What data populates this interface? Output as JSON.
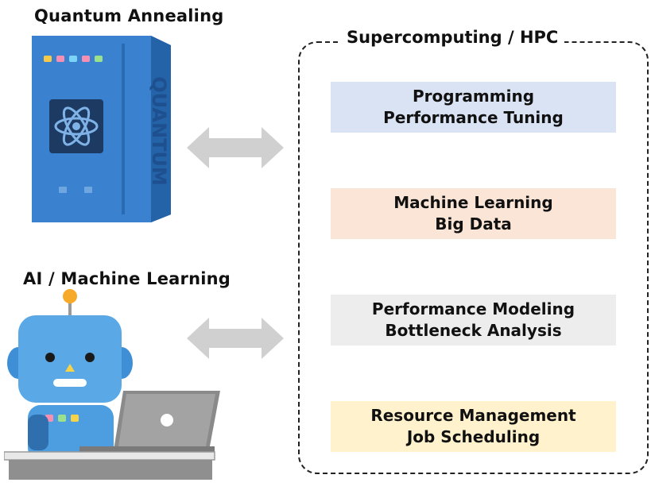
{
  "quantum": {
    "title": "Quantum Annealing",
    "machine_text": "QUANTUM"
  },
  "ai": {
    "title": "AI / Machine Learning"
  },
  "hpc": {
    "title": "Supercomputing / HPC",
    "boxes": [
      {
        "line1": "Programming",
        "line2": "Performance Tuning",
        "color": "#dae3f3"
      },
      {
        "line1": "Machine Learning",
        "line2": "Big Data",
        "color": "#fbe5d6"
      },
      {
        "line1": "Performance Modeling",
        "line2": "Bottleneck Analysis",
        "color": "#ededed"
      },
      {
        "line1": "Resource Management",
        "line2": "Job Scheduling",
        "color": "#fff2cc"
      }
    ]
  },
  "colors": {
    "arrow": "#d0d0d0",
    "machine_blue": "#2f74c0",
    "robot_blue": "#5aa8e6"
  }
}
